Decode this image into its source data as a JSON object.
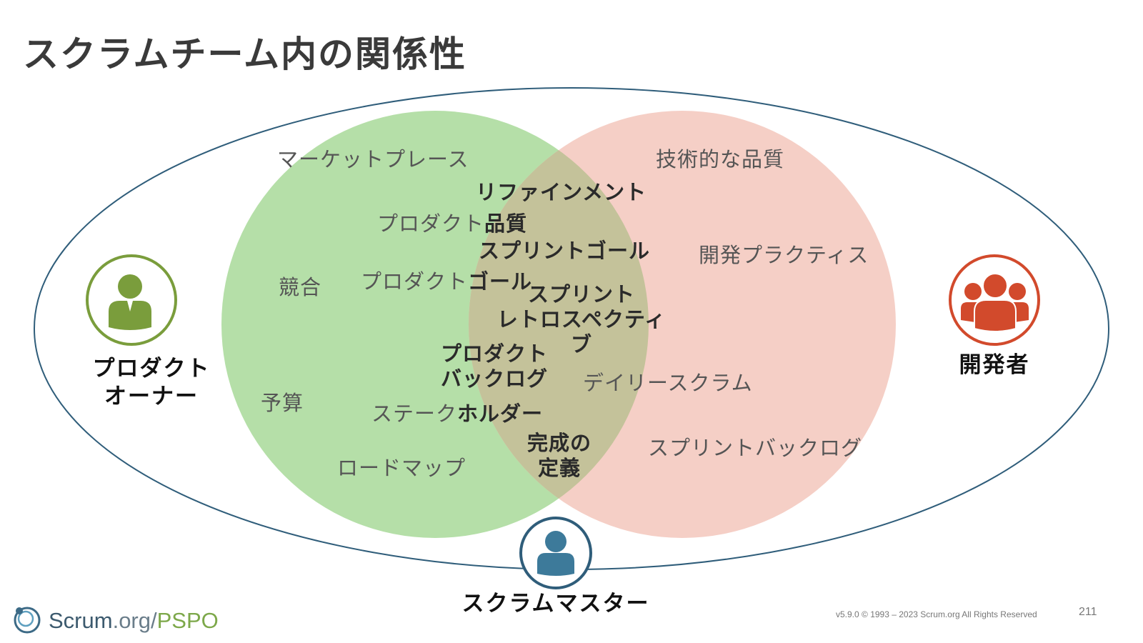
{
  "title": "スクラムチーム内の関係性",
  "roles": {
    "product_owner": "プロダクト\nオーナー",
    "developers": "開発者",
    "scrum_master": "スクラムマスター"
  },
  "labels": {
    "marketplace": "マーケットプレース",
    "technical_quality": "技術的な品質",
    "refinement": "リファインメント",
    "product_quality_a": "プロダクト",
    "product_quality_b": "品質",
    "sprint_goal": "スプリントゴール",
    "dev_practices": "開発プラクティス",
    "competition": "競合",
    "product_goal_a": "プロダクト",
    "product_goal_b": "ゴール",
    "sprint_retro": "スプリント\nレトロスペクティブ",
    "product_backlog": "プロダクト\nバックログ",
    "daily_scrum": "デイリースクラム",
    "budget": "予算",
    "stakeholders_a": "ステーク",
    "stakeholders_b": "ホルダー",
    "definition_of_done": "完成の\n定義",
    "sprint_backlog": "スプリントバックログ",
    "roadmap": "ロードマップ"
  },
  "colors": {
    "po_circle": "#b5dfa8",
    "dev_circle": "#f5cfc6",
    "overlap": "#c4c29a",
    "outer_ellipse": "#2f5d7a",
    "po_icon": "#7a9d3c",
    "dev_icon": "#d24a2c",
    "sm_icon": "#3d7a9a"
  },
  "icons": {
    "product_owner": "person-icon",
    "developers": "group-icon",
    "scrum_master": "person-icon"
  },
  "footer": {
    "brand_scrum": "Scrum",
    "brand_org": ".org/",
    "brand_pspo": "PSPO",
    "copyright": "v5.9.0 © 1993 – 2023 Scrum.org All Rights Reserved",
    "page_number": "211"
  }
}
